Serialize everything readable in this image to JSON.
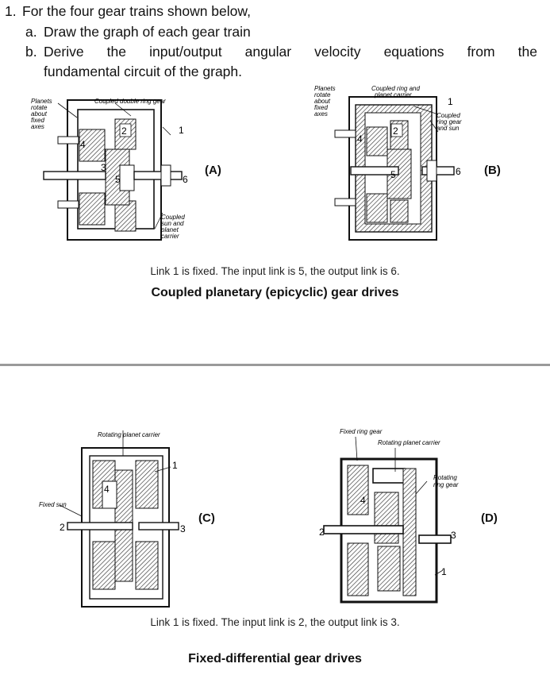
{
  "question": {
    "number": "1.",
    "stem": "For the four gear trains shown below,",
    "part_a": {
      "letter": "a.",
      "text": "Draw the graph of each gear train"
    },
    "part_b": {
      "letter": "b.",
      "line1": "Derive the input/output angular velocity equations from the",
      "line2": "fundamental circuit of the graph."
    }
  },
  "top_section": {
    "caption": "Link 1 is fixed. The input link is 5, the output link is 6.",
    "title": "Coupled planetary (epicyclic) gear drives",
    "figure_a": {
      "label": "(A)",
      "annotations": {
        "planets": [
          "Planets",
          "rotate",
          "about",
          "fixed",
          "axes"
        ],
        "ring": "Coupled double ring gear",
        "sun": [
          "Coupled",
          "sun and",
          "planet",
          "carrier"
        ]
      },
      "numbers": [
        "1",
        "2",
        "3",
        "4",
        "5",
        "6"
      ]
    },
    "figure_b": {
      "label": "(B)",
      "annotations": {
        "planets": [
          "Planets",
          "rotate",
          "about",
          "fixed",
          "axes"
        ],
        "carrier": [
          "Coupled ring  and",
          "planet carrier"
        ],
        "ring": [
          "Coupled",
          "ring gear",
          "and sun"
        ]
      },
      "numbers": [
        "1",
        "2",
        "4",
        "5",
        "6"
      ]
    }
  },
  "bottom_section": {
    "caption": "Link 1 is fixed. The input link is 2, the output link is 3.",
    "title": "Fixed-differential gear drives",
    "figure_c": {
      "label": "(C)",
      "annotations": {
        "carrier": "Rotating planet carrier",
        "sun": "Fixed sun"
      },
      "numbers": [
        "1",
        "2",
        "3",
        "4"
      ]
    },
    "figure_d": {
      "label": "(D)",
      "annotations": {
        "ring_fixed": "Fixed ring gear",
        "carrier": "Rotating planet carrier",
        "ring_rot": [
          "Rotating",
          "ring gear"
        ]
      },
      "numbers": [
        "1",
        "2",
        "3",
        "4"
      ]
    }
  }
}
